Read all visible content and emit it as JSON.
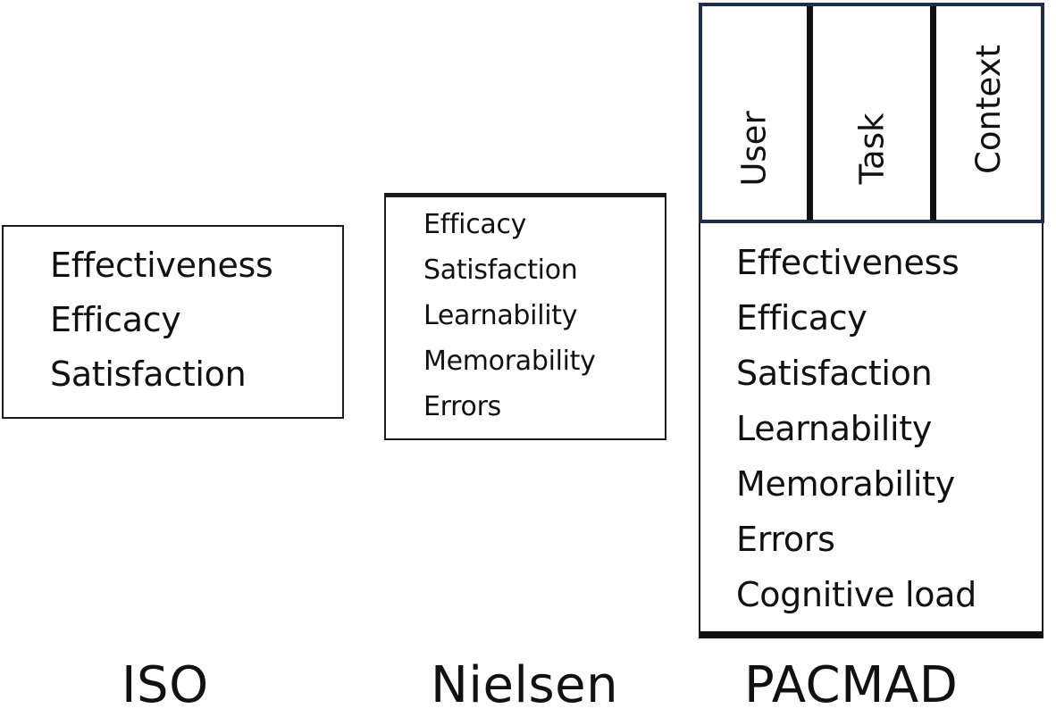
{
  "models": [
    {
      "name": "ISO",
      "attributes": [
        "Effectiveness",
        "Efficacy",
        "Satisfaction"
      ]
    },
    {
      "name": "Nielsen",
      "attributes": [
        "Efficacy",
        "Satisfaction",
        "Learnability",
        "Memorability",
        "Errors"
      ]
    },
    {
      "name": "PACMAD",
      "factors": [
        "User",
        "Task",
        "Context"
      ],
      "attributes": [
        "Effectiveness",
        "Efficacy",
        "Satisfaction",
        "Learnability",
        "Memorability",
        "Errors",
        "Cognitive load"
      ]
    }
  ],
  "colors": {
    "header_border": "#1f2e4d",
    "line": "#111111",
    "text": "#111111",
    "background": "#ffffff"
  }
}
